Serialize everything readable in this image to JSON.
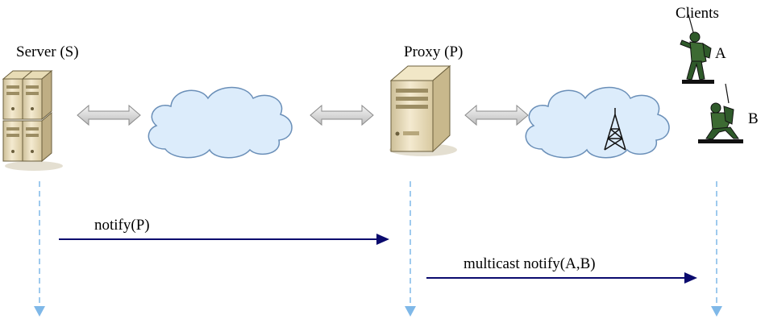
{
  "nodes": {
    "server": {
      "label": "Server (S)"
    },
    "proxy": {
      "label": "Proxy (P)"
    },
    "clients": {
      "label": "Clients",
      "client_a": "A",
      "client_b": "B"
    }
  },
  "messages": {
    "notify_p": "notify(P)",
    "multicast": "multicast  notify(A,B)"
  },
  "colors": {
    "cloud_fill": "#dcecfb",
    "cloud_stroke": "#6a8fb8",
    "lifeline": "#7fb8e8",
    "message_arrow": "#0a0a6e",
    "link_arrow": "#d0d0d0",
    "server_body": "#efe2bd",
    "soldier": "#2f5a2a"
  }
}
